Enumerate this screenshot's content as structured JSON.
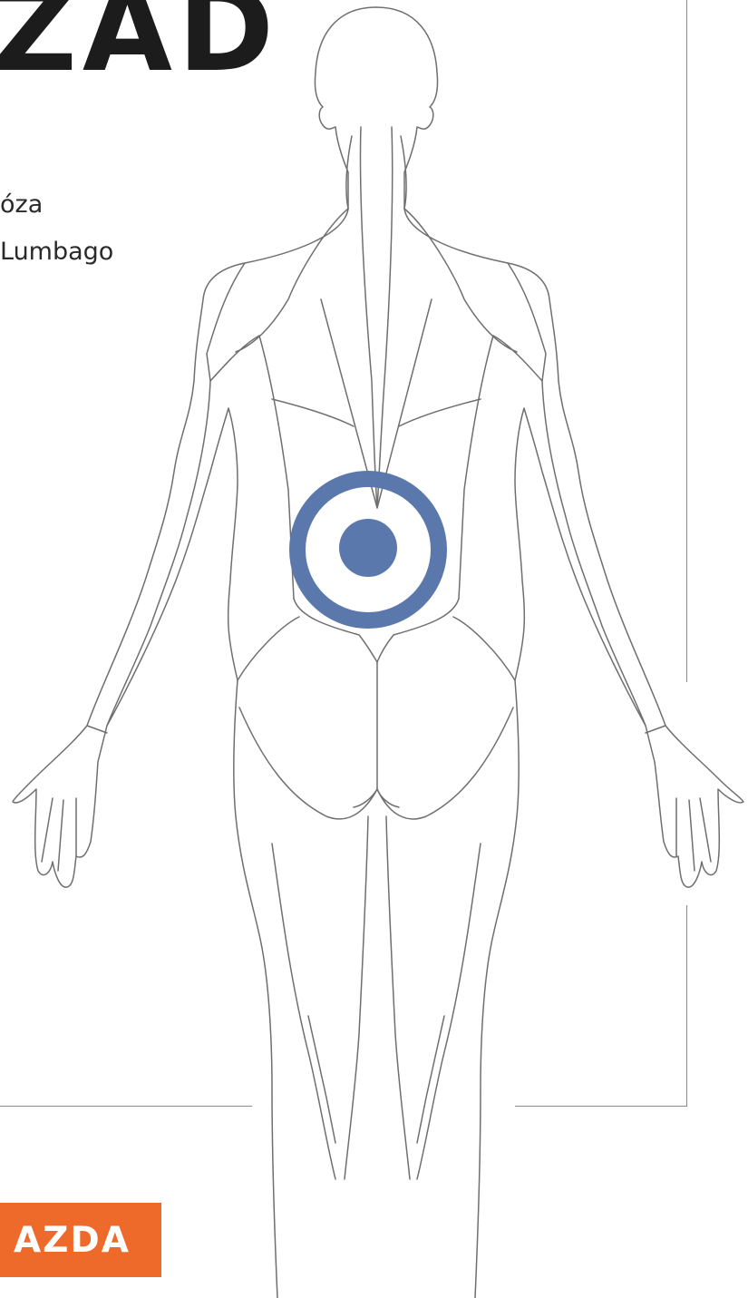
{
  "header": {
    "title": "ZAD"
  },
  "conditions": [
    "óza",
    "Lumbago"
  ],
  "figure": {
    "icon": "human-muscle-back-view",
    "target_icon": "target-marker",
    "target_color": "#5b78ac",
    "line_color": "#6f6f6f"
  },
  "badge": {
    "label": "AZDA",
    "color": "#ee6a2a"
  }
}
